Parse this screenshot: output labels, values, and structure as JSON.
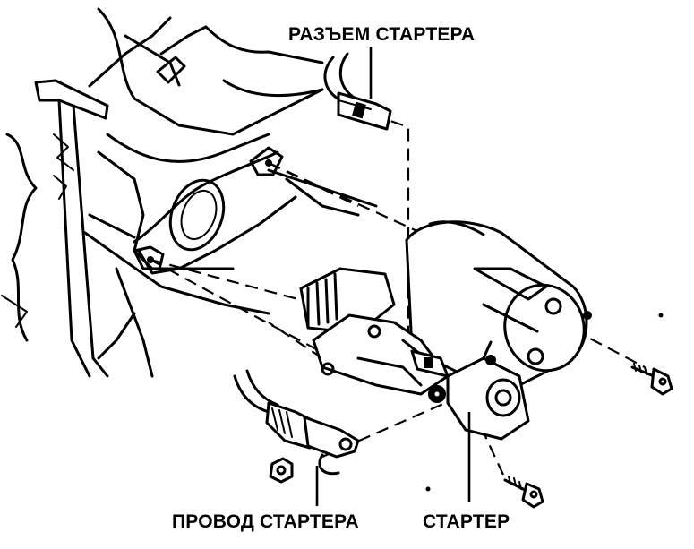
{
  "diagram": {
    "labels": {
      "starter_connector": "РАЗЪЕМ СТАРТЕРА",
      "starter_wire": "ПРОВОД СТАРТЕРА",
      "starter": "СТАРТЕР"
    }
  }
}
